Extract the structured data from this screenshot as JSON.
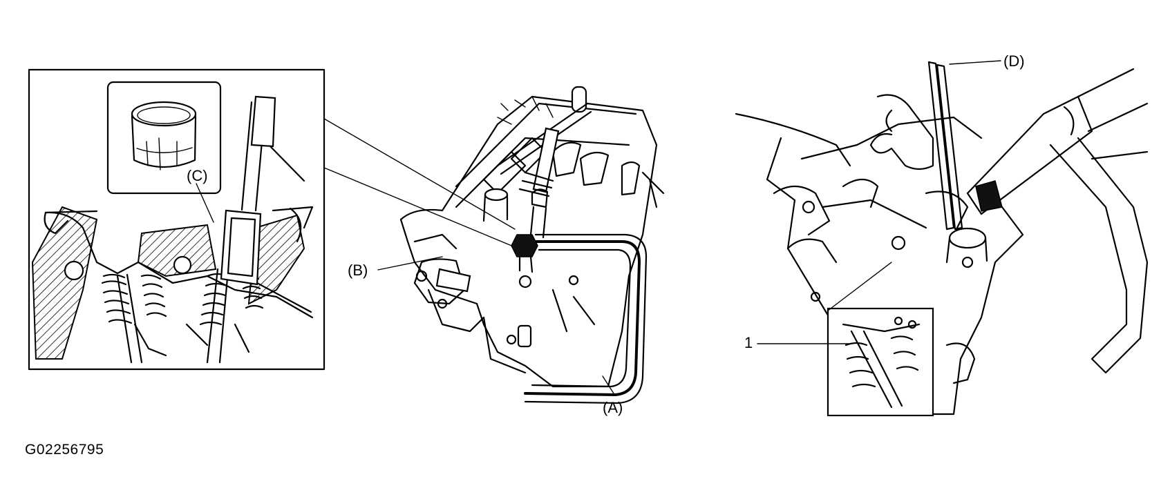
{
  "figure": {
    "id": "G02256795",
    "labels": {
      "a": "(A)",
      "b": "(B)",
      "c": "(C)",
      "d": "(D)",
      "one": "1"
    }
  }
}
